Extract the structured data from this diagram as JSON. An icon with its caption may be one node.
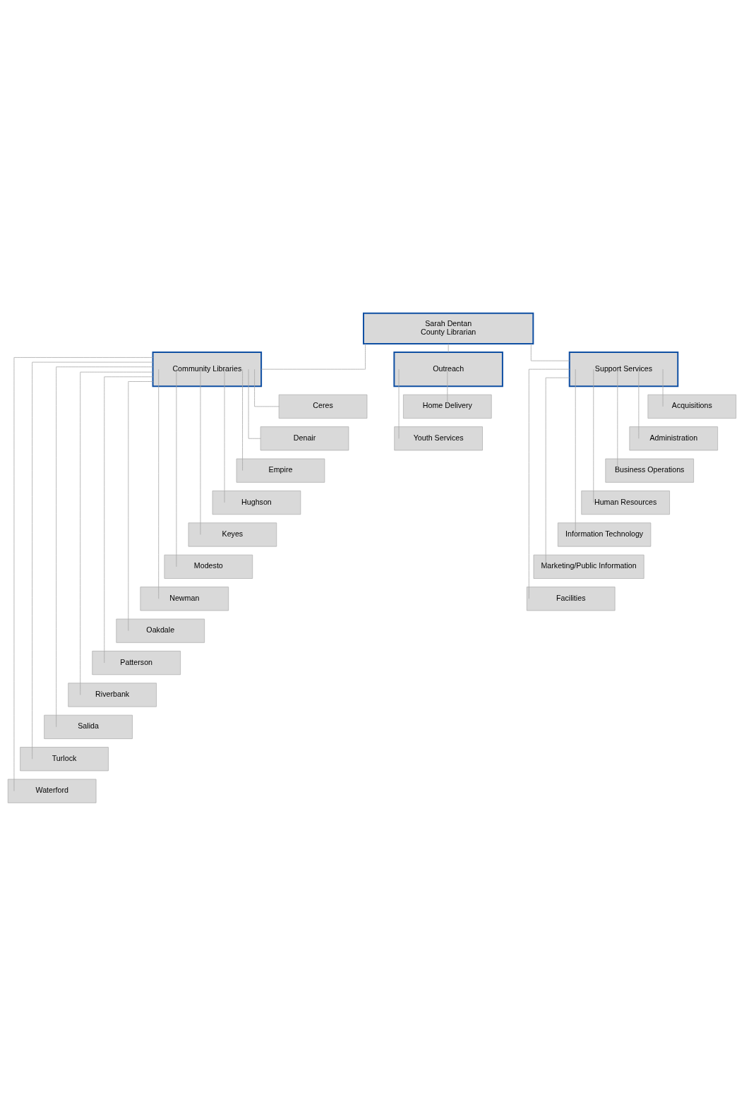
{
  "diagram": {
    "nodes": [
      {
        "text": [
          "Sarah Dentan",
          "County Librarian"
        ]
      },
      {
        "text": [
          "Community Libraries"
        ]
      },
      {
        "text": [
          "Outreach"
        ]
      },
      {
        "text": [
          "Support Services"
        ]
      },
      {
        "text": [
          "Ceres"
        ]
      },
      {
        "text": [
          "Denair"
        ]
      },
      {
        "text": [
          "Empire"
        ]
      },
      {
        "text": [
          "Hughson"
        ]
      },
      {
        "text": [
          "Keyes"
        ]
      },
      {
        "text": [
          "Modesto"
        ]
      },
      {
        "text": [
          "Newman"
        ]
      },
      {
        "text": [
          "Oakdale"
        ]
      },
      {
        "text": [
          "Patterson"
        ]
      },
      {
        "text": [
          "Riverbank"
        ]
      },
      {
        "text": [
          "Salida"
        ]
      },
      {
        "text": [
          "Turlock"
        ]
      },
      {
        "text": [
          "Waterford"
        ]
      },
      {
        "text": [
          "Home Delivery"
        ]
      },
      {
        "text": [
          "Youth Services"
        ]
      },
      {
        "text": [
          "Acquisitions"
        ]
      },
      {
        "text": [
          "Administration"
        ]
      },
      {
        "text": [
          "Business Operations"
        ]
      },
      {
        "text": [
          "Human Resources"
        ]
      },
      {
        "text": [
          "Information Technology"
        ]
      },
      {
        "text": [
          "Marketing/Public Information"
        ]
      },
      {
        "text": [
          "Facilities"
        ]
      }
    ],
    "edges": [
      {
        "from": 0,
        "to": 1,
        "arrow": "none"
      },
      {
        "from": 0,
        "to": 2,
        "arrow": "none"
      },
      {
        "from": 0,
        "to": 3,
        "arrow": "none"
      },
      {
        "from": 1,
        "to": 4,
        "arrow": "none"
      },
      {
        "from": 1,
        "to": 5,
        "arrow": "none"
      },
      {
        "from": 1,
        "to": 6,
        "arrow": "none"
      },
      {
        "from": 1,
        "to": 7,
        "arrow": "none"
      },
      {
        "from": 1,
        "to": 8,
        "arrow": "none"
      },
      {
        "from": 1,
        "to": 9,
        "arrow": "none"
      },
      {
        "from": 1,
        "to": 10,
        "arrow": "none"
      },
      {
        "from": 1,
        "to": 11,
        "arrow": "none"
      },
      {
        "from": 1,
        "to": 12,
        "arrow": "none"
      },
      {
        "from": 1,
        "to": 13,
        "arrow": "none"
      },
      {
        "from": 1,
        "to": 14,
        "arrow": "none"
      },
      {
        "from": 1,
        "to": 15,
        "arrow": "none"
      },
      {
        "from": 1,
        "to": 16,
        "arrow": "none"
      },
      {
        "from": 2,
        "to": 17,
        "arrow": "none"
      },
      {
        "from": 2,
        "to": 18,
        "arrow": "none"
      },
      {
        "from": 3,
        "to": 19,
        "arrow": "none"
      },
      {
        "from": 3,
        "to": 20,
        "arrow": "none"
      },
      {
        "from": 3,
        "to": 21,
        "arrow": "none"
      },
      {
        "from": 3,
        "to": 22,
        "arrow": "none"
      },
      {
        "from": 3,
        "to": 23,
        "arrow": "none"
      },
      {
        "from": 3,
        "to": 24,
        "arrow": "none"
      },
      {
        "from": 3,
        "to": 25,
        "arrow": "none"
      }
    ]
  }
}
